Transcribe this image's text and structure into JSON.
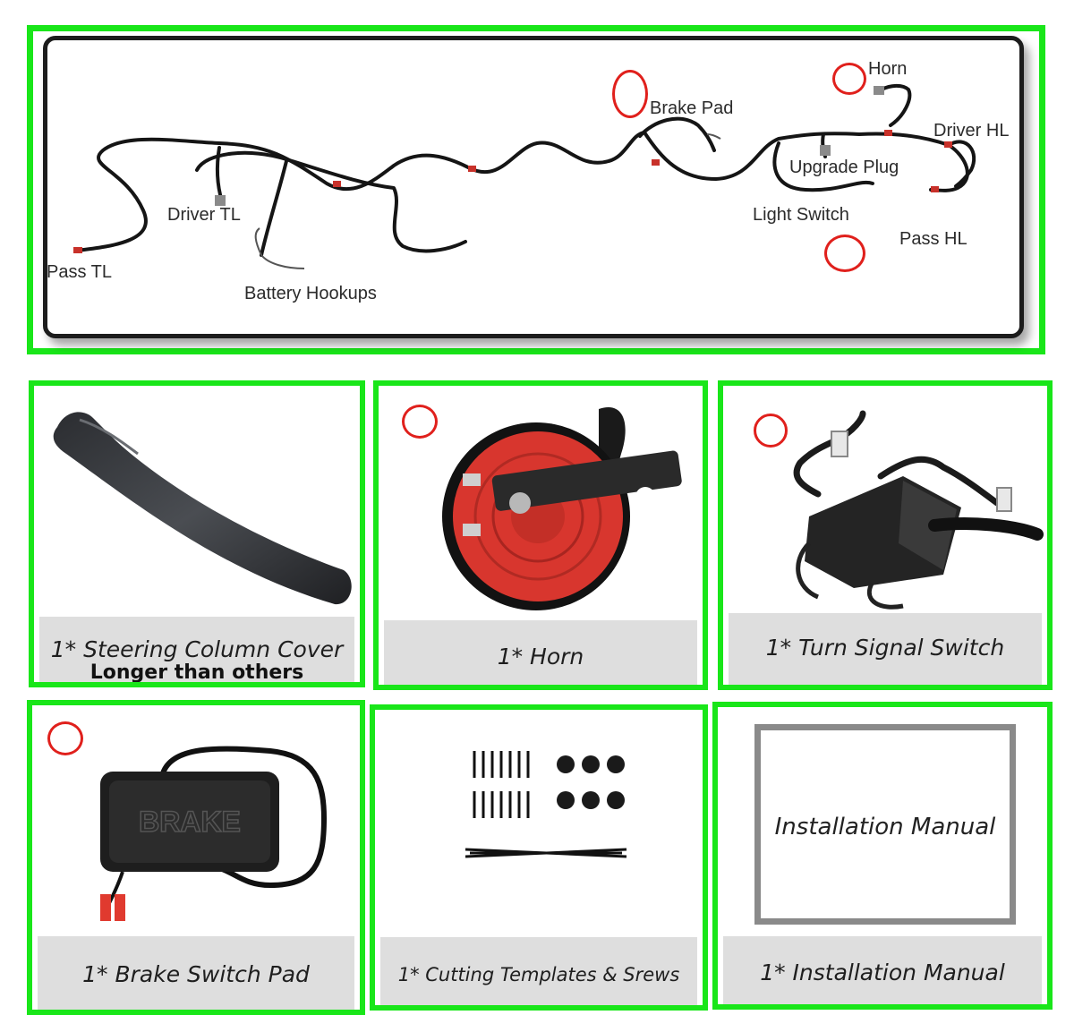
{
  "harness": {
    "labels": {
      "horn": "Horn",
      "brake_pad": "Brake Pad",
      "driver_hl": "Driver HL",
      "upgrade_plug": "Upgrade Plug",
      "light_switch": "Light Switch",
      "pass_hl": "Pass HL",
      "driver_tl": "Driver TL",
      "pass_tl": "Pass TL",
      "battery_hookups": "Battery Hookups"
    }
  },
  "panels": [
    {
      "caption": "1* Steering Column Cover",
      "subcaption": "Longer than others"
    },
    {
      "caption": "1* Horn"
    },
    {
      "caption": "1* Turn Signal Switch"
    },
    {
      "caption": "1* Brake Switch Pad",
      "product_text": "BRAKE"
    },
    {
      "caption": "1* Cutting Templates & Srews"
    },
    {
      "caption": "1* Installation Manual",
      "box_text": "Installation Manual"
    }
  ],
  "colors": {
    "frame_green": "#19e619",
    "marker_red": "#e0201c",
    "caption_band": "#dedede"
  }
}
